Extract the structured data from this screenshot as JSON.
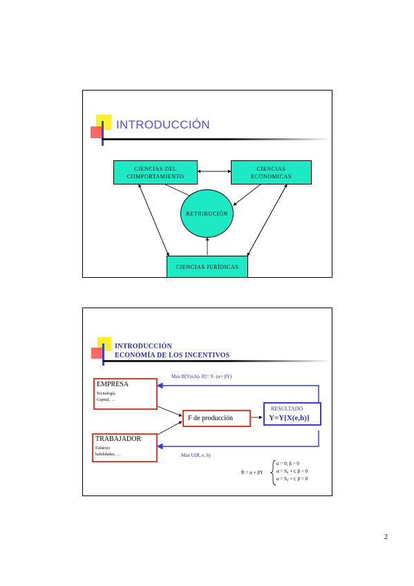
{
  "slide1": {
    "title": "INTRODUCCIÓN",
    "boxes": {
      "behavioral": [
        "CIENCIAS DEL",
        "COMPORTAMIENTO"
      ],
      "economic": [
        "CIENCIAS",
        "ECONOMICAS"
      ],
      "legal": "CIENCIAS JURÍDICAS",
      "center": "RETRIBUCIÓN"
    }
  },
  "slide2": {
    "title_line1": "INTRODUCCIÓN",
    "title_line2": "ECONOMÍA DE LOS INCENTIVOS",
    "top_formula": "Max B[Y(e,h)- R]= Y- (α+ βY)",
    "bottom_formula": "Max U(R, e, h)",
    "empresa": {
      "title": "EMPRESA",
      "lines": [
        "Tecnología",
        "Capital, …"
      ]
    },
    "trabajador": {
      "title": "TRABAJADOR",
      "lines": [
        "Esfuerzo",
        "habilidades, …"
      ]
    },
    "produccion": "F de producción",
    "resultado": {
      "label": "RESULTADO",
      "formula": "Y=Y[X(e,h)]"
    },
    "retribution_formula": {
      "lhs": "R = α + βY",
      "cases": [
        "α = 0;   β > 0",
        "α = S₀ + t;   β > 0",
        "α = S₀ + t;   β = 0"
      ]
    }
  },
  "page_number": "2",
  "colors": {
    "teal": "#1de9c4",
    "title_purple": "#5a4ed6",
    "title_blue": "#2a2fae",
    "red": "#e53a2a",
    "blue": "#3a3ad6",
    "yellow": "#ffee2b"
  }
}
